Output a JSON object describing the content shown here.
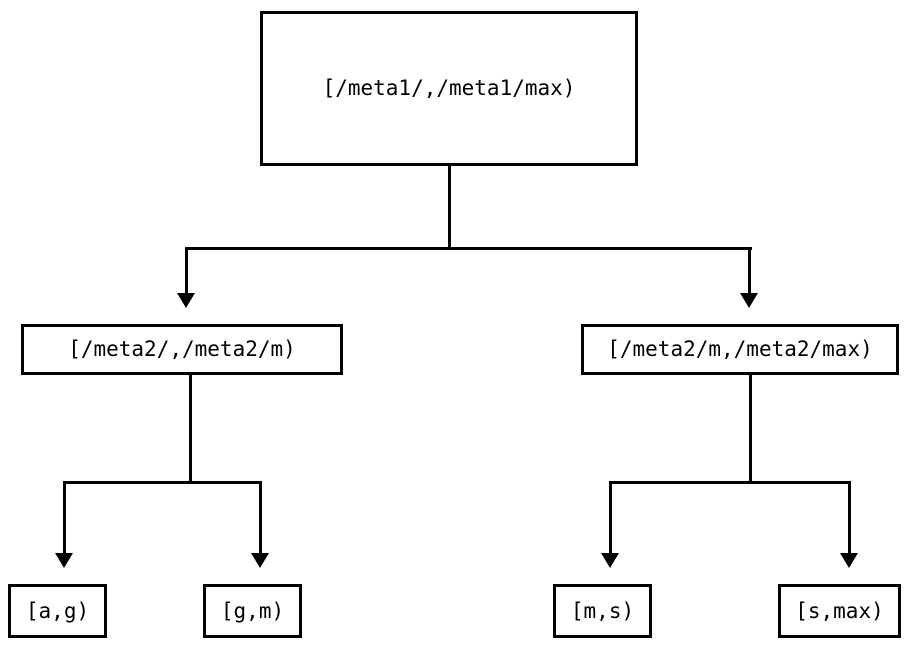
{
  "diagram": {
    "type": "tree",
    "orientation": "top-down",
    "background_color": "#ffffff",
    "line_color": "#000000",
    "text_color": "#000000",
    "nodes": {
      "root": {
        "label": "[/meta1/,/meta1/max)"
      },
      "middle": [
        {
          "label": "[/meta2/,/meta2/m)"
        },
        {
          "label": "[/meta2/m,/meta2/max)"
        }
      ],
      "leaves": [
        {
          "label": "[a,g)"
        },
        {
          "label": "[g,m)"
        },
        {
          "label": "[m,s)"
        },
        {
          "label": "[s,max)"
        }
      ]
    }
  }
}
